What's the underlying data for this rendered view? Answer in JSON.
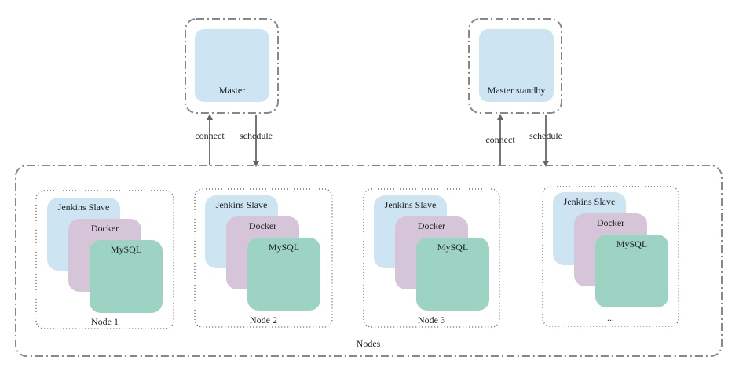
{
  "masters": [
    {
      "label": "Master",
      "connect_label": "connect",
      "schedule_label": "schedule"
    },
    {
      "label": "Master standby",
      "connect_label": "connect",
      "schedule_label": "schedule"
    }
  ],
  "nodes_group_label": "Nodes",
  "nodes": [
    {
      "label": "Node 1",
      "stack": [
        "Jenkins Slave",
        "Docker",
        "MySQL"
      ]
    },
    {
      "label": "Node 2",
      "stack": [
        "Jenkins Slave",
        "Docker",
        "MySQL"
      ]
    },
    {
      "label": "Node 3",
      "stack": [
        "Jenkins Slave",
        "Docker",
        "MySQL"
      ]
    },
    {
      "label": "...",
      "stack": [
        "Jenkins Slave",
        "Docker",
        "MySQL"
      ]
    }
  ],
  "colors": {
    "master_fill": "#cde5f2",
    "jenkins_fill": "#cde5f2",
    "docker_fill": "#d6c5d8",
    "mysql_fill": "#9dd3c2",
    "stroke": "#777777",
    "text": "#222222"
  }
}
